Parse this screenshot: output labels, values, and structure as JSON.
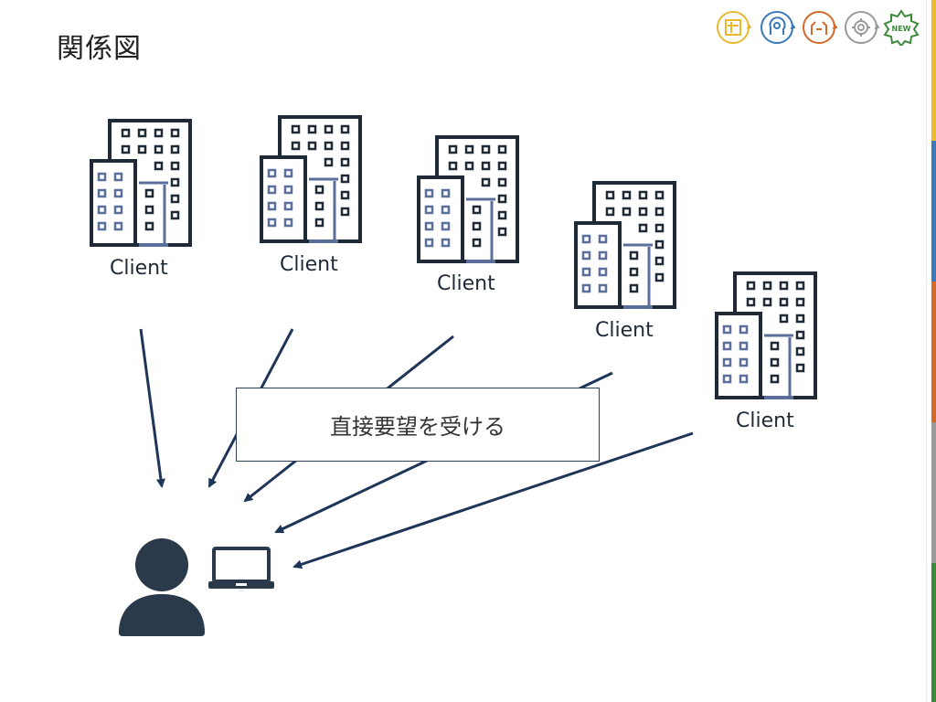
{
  "slide": {
    "title": "関係図",
    "callout_text": "直接要望を受ける"
  },
  "clients": [
    {
      "label": "Client"
    },
    {
      "label": "Client"
    },
    {
      "label": "Client"
    },
    {
      "label": "Client"
    },
    {
      "label": "Client"
    }
  ],
  "top_icons": [
    "tools-cycle-icon",
    "head-gear-cycle-icon",
    "hands-cycle-icon",
    "gear-cycle-icon",
    "new-badge-icon"
  ],
  "top_icon_new_text": "NEW",
  "colors": {
    "building_dark": "#1f2a36",
    "building_accent": "#5a6f9a",
    "arrow": "#1f3558",
    "person": "#2a3a4a",
    "icon_yellow": "#e8b92d",
    "icon_blue": "#3a78b8",
    "icon_orange": "#d46a2a",
    "icon_gray": "#9a9a9a",
    "icon_green": "#3a8a3a",
    "bar_colors": [
      "#e9bd2e",
      "#3a78b8",
      "#d46a2a",
      "#9a9a9a",
      "#3a8a3a"
    ]
  }
}
